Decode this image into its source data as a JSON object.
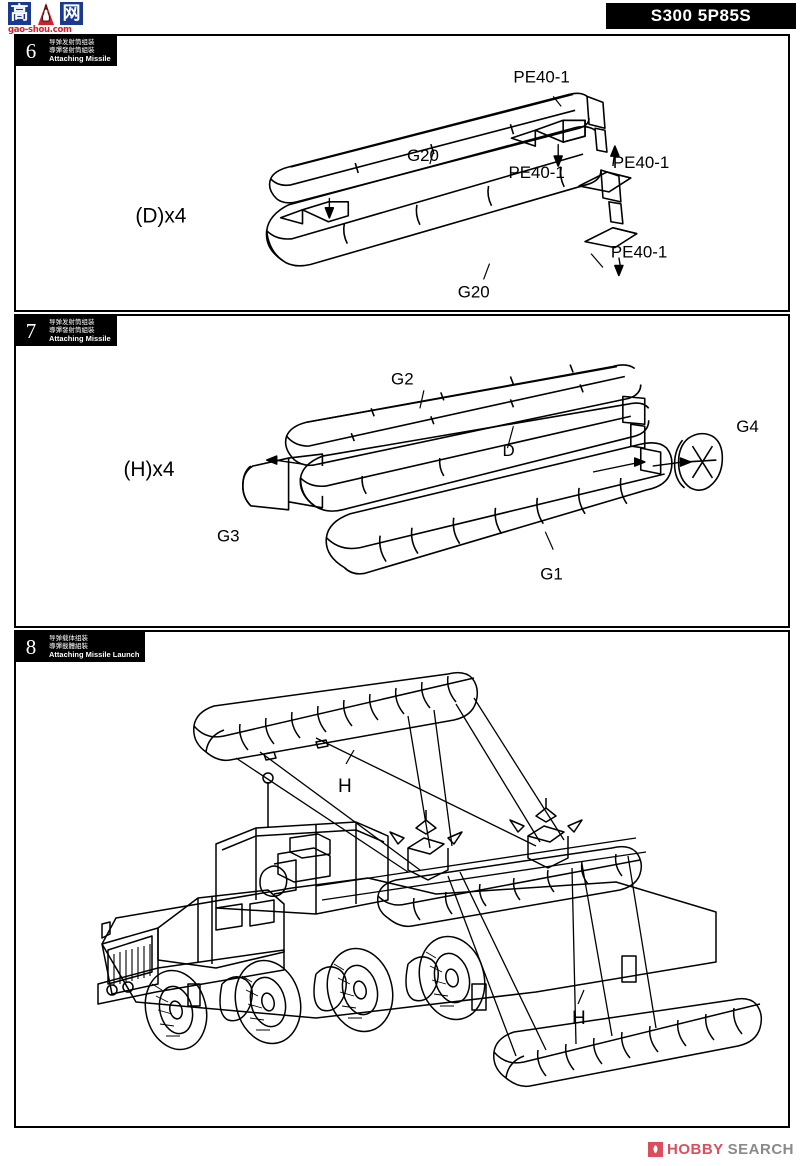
{
  "header": {
    "logo": {
      "char_left": "高",
      "char_right": "网",
      "hand_icon": "pointing-hand-icon",
      "url": "gao-shou.com"
    },
    "title": "S300 5P85S"
  },
  "steps": [
    {
      "number": "6",
      "cn_simplified": "导弹发射筒组装",
      "cn_traditional": "導彈發射筒組裝",
      "en": "Attaching Missile",
      "quantity": "(D)x4",
      "part_labels": [
        "G20",
        "G20",
        "PE40-1",
        "PE40-1",
        "PE40-1",
        "PE40-1"
      ]
    },
    {
      "number": "7",
      "cn_simplified": "导弹发射筒组装",
      "cn_traditional": "導彈發射筒組裝",
      "en": "Attaching Missile",
      "quantity": "(H)x4",
      "part_labels": [
        "G2",
        "G3",
        "G4",
        "G1",
        "D"
      ]
    },
    {
      "number": "8",
      "cn_simplified": "导弹载体组装",
      "cn_traditional": "導彈載體組裝",
      "en": "Attaching Missile Launch",
      "quantity": "",
      "part_labels": [
        "H",
        "H"
      ]
    }
  ],
  "labels": {
    "step6": {
      "qty": "(D)x4",
      "g20_top": "G20",
      "g20_bottom": "G20",
      "pe_top": "PE40-1",
      "pe_mid_left": "PE40-1",
      "pe_mid_right": "PE40-1",
      "pe_bottom": "PE40-1"
    },
    "step7": {
      "qty": "(H)x4",
      "g2": "G2",
      "g3": "G3",
      "g4": "G4",
      "g1": "G1",
      "d": "D"
    },
    "step8": {
      "h_top": "H",
      "h_bottom": "H"
    }
  },
  "watermark": {
    "icon": "flame-icon",
    "brand": "HOBBY",
    "suffix": "SEARCH"
  },
  "colors": {
    "line": "#000000",
    "logo_blue": "#1a3a8f",
    "logo_red": "#d4202a",
    "watermark_red": "#d94f5c",
    "watermark_gray": "#8a8a8a"
  }
}
